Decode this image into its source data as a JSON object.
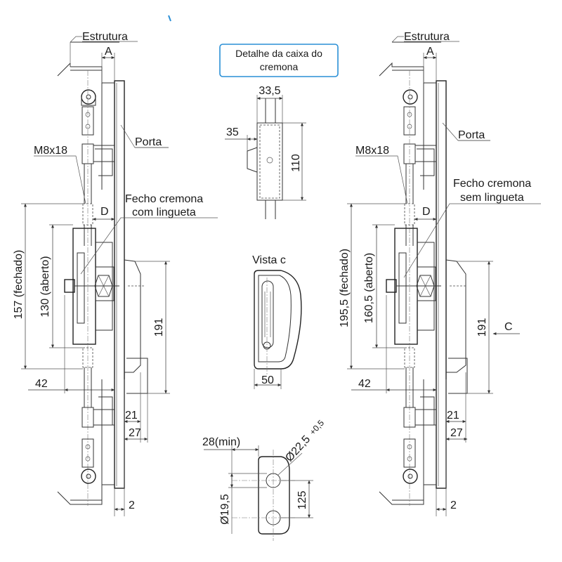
{
  "views": {
    "left": {
      "estrutura": "Estrutura",
      "dim_a": "A",
      "porta": "Porta",
      "m8x18": "M8x18",
      "lock_label_1": "Fecho cremona",
      "lock_label_2": "com lingueta",
      "dim_d": "D",
      "dim_closed": "157 (fechado)",
      "dim_open": "130 (aberto)",
      "dim_191": "191",
      "dim_42": "42",
      "dim_21": "21",
      "dim_27": "27",
      "dim_2": "2"
    },
    "right": {
      "estrutura": "Estrutura",
      "dim_a": "A",
      "porta": "Porta",
      "m8x18": "M8x18",
      "lock_label_1": "Fecho cremona",
      "lock_label_2": "sem lingueta",
      "dim_d": "D",
      "dim_closed": "195,5 (fechado)",
      "dim_open": "160,5 (aberto)",
      "dim_191": "191",
      "dim_c": "C",
      "dim_42": "42",
      "dim_21": "21",
      "dim_27": "27",
      "dim_2": "2"
    },
    "detail": {
      "title_1": "Detalhe da caixa do",
      "title_2": "cremona",
      "dim_width": "33,5",
      "dim_35": "35",
      "dim_110": "110"
    },
    "vista": {
      "title": "Vista c",
      "dim_50": "50"
    },
    "hole": {
      "dim_min": "28(min)",
      "dim_dia": "Ø22,5",
      "dim_tol": "+0,5",
      "dim_195": "Ø19,5",
      "dim_125": "125"
    }
  },
  "colors": {
    "label_border": "#2a8fd6",
    "line": "#333333"
  }
}
